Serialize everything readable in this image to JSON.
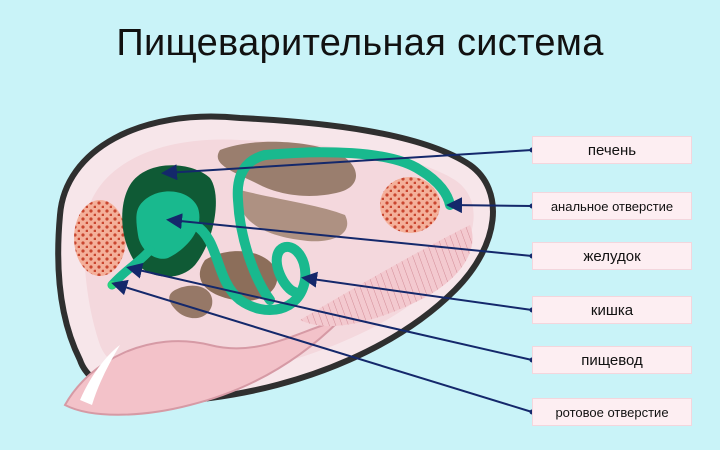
{
  "slide": {
    "title": "Пищеварительная система"
  },
  "labels": [
    {
      "id": "liver",
      "text": "печень"
    },
    {
      "id": "anus",
      "text": "анальное отверстие"
    },
    {
      "id": "stomach",
      "text": "желудок"
    },
    {
      "id": "intestine",
      "text": "кишка"
    },
    {
      "id": "esophagus",
      "text": "пищевод"
    },
    {
      "id": "mouth",
      "text": "ротовое отверстие"
    }
  ],
  "colors": {
    "background": "#c9f3f8",
    "shell_outer": "#3b3b3b",
    "mantle": "#f3d4da",
    "gut": "#19b98e",
    "liver": "#0f5a35",
    "gonad": "#8a6e5a",
    "muscle": "#f1a58c",
    "pointer": "#14286b"
  },
  "icons": [
    "pointer-arrow",
    "bullet-dot"
  ]
}
